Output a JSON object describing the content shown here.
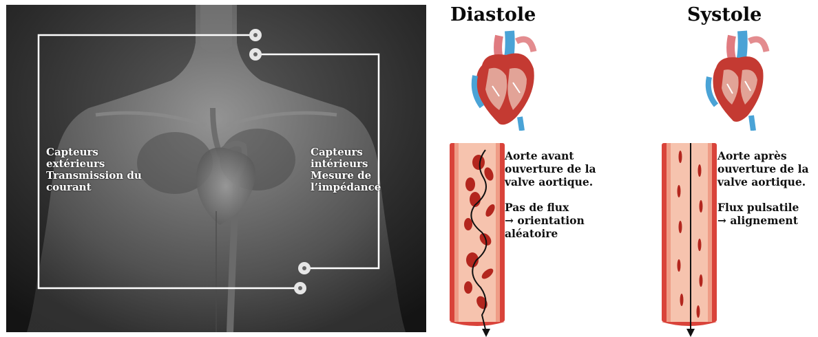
{
  "left": {
    "outer_label": "Capteurs\nextérieurs\nTransmission du\ncourant",
    "inner_label": "Capteurs\nintérieurs\nMesure de\nl’impédance"
  },
  "diastole": {
    "title": "Diastole",
    "line1": "Aorte avant\nouverture de la\nvalve aortique.",
    "line2": "Pas de flux\n→ orientation\naléatoire"
  },
  "systole": {
    "title": "Systole",
    "line1": "Aorte après\nouverture de la\nvalve aortique.",
    "line2": "Flux pulsatile\n→ alignement"
  },
  "colors": {
    "background_dark": "#1c1c1c",
    "wire": "#ffffff",
    "vessel_wall": "#d9433a",
    "vessel_inner": "#f0b09a",
    "blood_cell": "#b3261e"
  }
}
